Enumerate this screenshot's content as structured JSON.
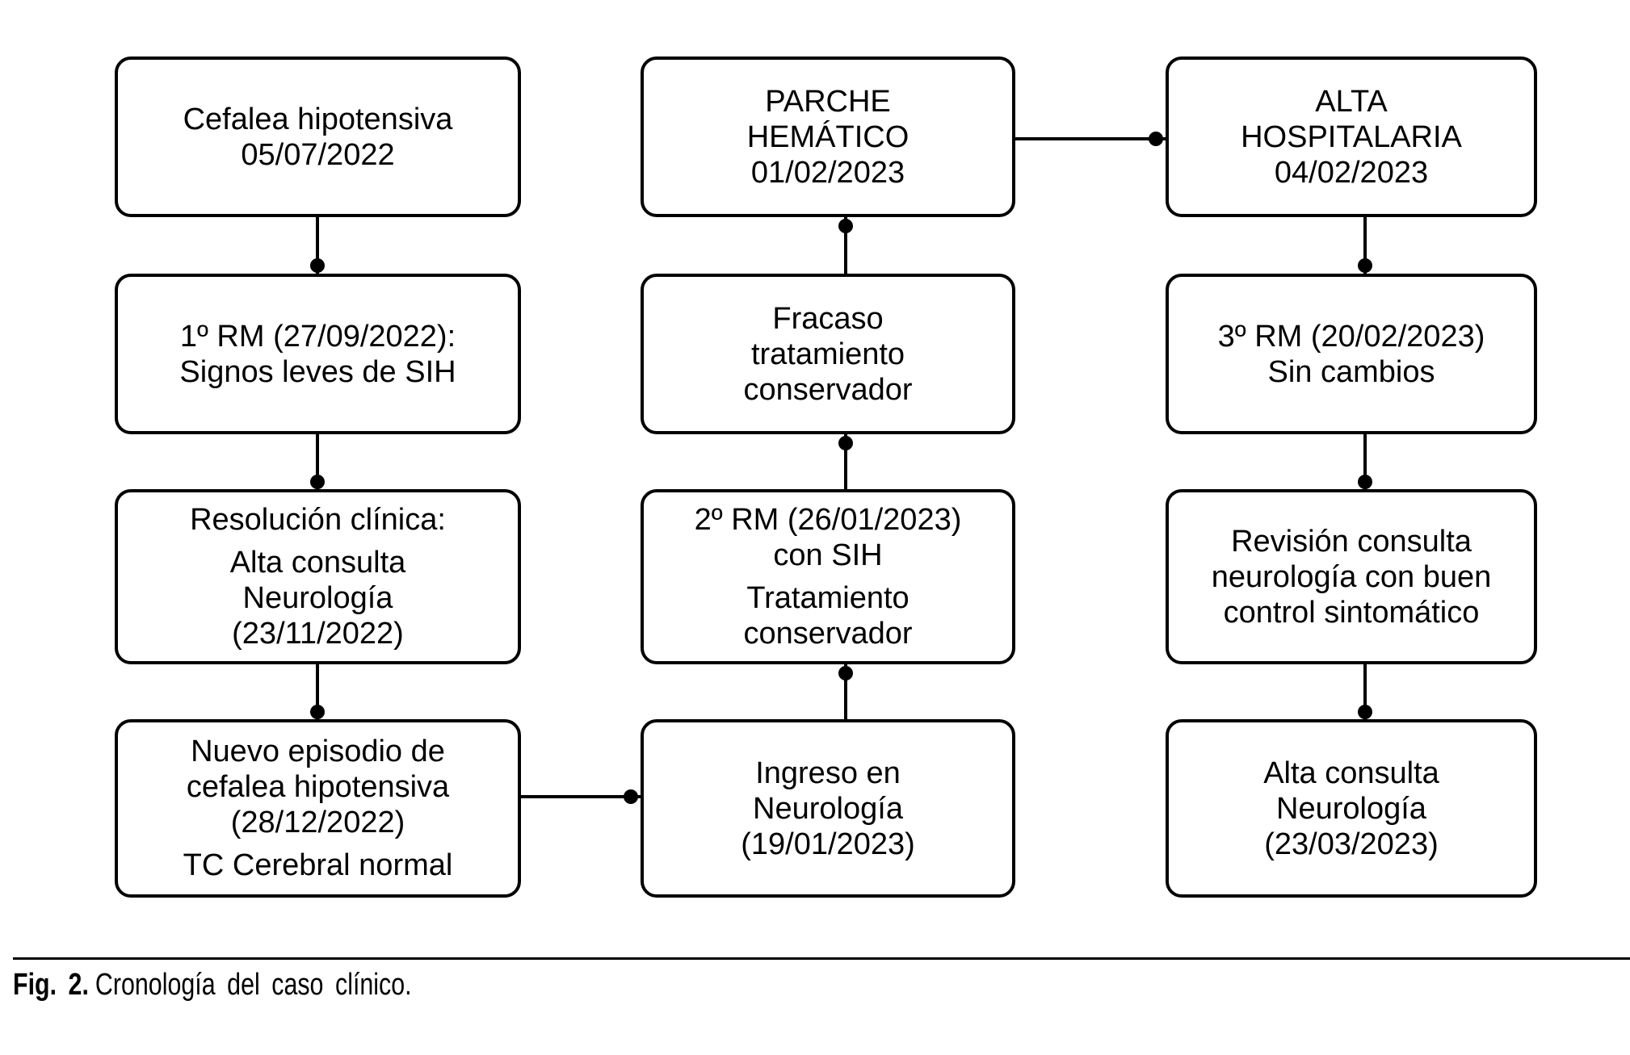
{
  "caption": {
    "label": "Fig. 2.",
    "text": "Cronología del caso clínico."
  },
  "colors": {
    "line": "#000000",
    "background": "#ffffff",
    "text": "#000000"
  },
  "nodes": {
    "l1": {
      "p1": "Cefalea hipotensiva\n05/07/2022",
      "p2": ""
    },
    "l2": {
      "p1": "1º RM (27/09/2022):\nSignos leves de SIH",
      "p2": ""
    },
    "l3": {
      "p1": "Resolución clínica:",
      "p2": "Alta consulta\nNeurología\n(23/11/2022)"
    },
    "l4": {
      "p1": "Nuevo episodio de\ncefalea hipotensiva\n(28/12/2022)",
      "p2": "TC Cerebral normal"
    },
    "m1": {
      "p1": "PARCHE\nHEMÁTICO\n01/02/2023",
      "p2": ""
    },
    "m2": {
      "p1": "Fracaso\ntratamiento\nconservador",
      "p2": ""
    },
    "m3": {
      "p1": "2º RM (26/01/2023)\ncon SIH",
      "p2": "Tratamiento\nconservador"
    },
    "m4": {
      "p1": "Ingreso en\nNeurología\n(19/01/2023)",
      "p2": ""
    },
    "r1": {
      "p1": "ALTA\nHOSPITALARIA\n04/02/2023",
      "p2": ""
    },
    "r2": {
      "p1": "3º RM (20/02/2023)\nSin cambios",
      "p2": ""
    },
    "r3": {
      "p1": "Revisión consulta\nneurología con buen\ncontrol sintomático",
      "p2": ""
    },
    "r4": {
      "p1": "Alta consulta\nNeurología\n(23/03/2023)",
      "p2": ""
    }
  }
}
